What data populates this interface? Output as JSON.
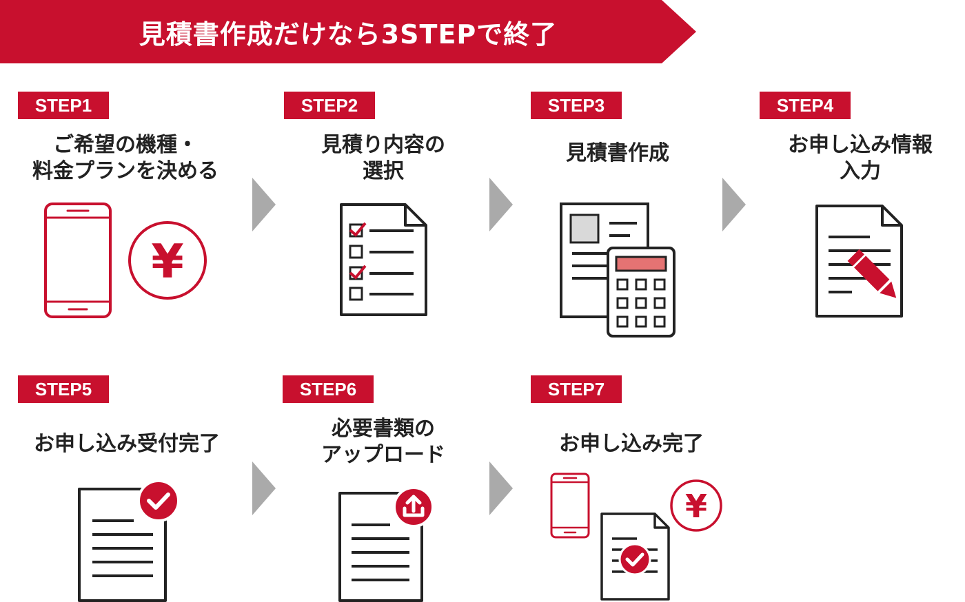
{
  "banner": {
    "title": "見積書作成だけなら3STEPで終了"
  },
  "colors": {
    "accent": "#c8102e",
    "arrow": "#aaaaaa",
    "line": "#222222",
    "screen": "#d9d9d9",
    "display": "#e57373"
  },
  "steps": [
    {
      "badge": "STEP1",
      "title": "ご希望の機種・\n料金プランを決める",
      "icon": "smartphone-yen-icon"
    },
    {
      "badge": "STEP2",
      "title": "見積り内容の\n選択",
      "icon": "checklist-icon"
    },
    {
      "badge": "STEP3",
      "title": "見積書作成",
      "icon": "document-calculator-icon"
    },
    {
      "badge": "STEP4",
      "title": "お申し込み情報\n入力",
      "icon": "document-pen-icon"
    },
    {
      "badge": "STEP5",
      "title": "お申し込み受付完了",
      "icon": "document-check-icon"
    },
    {
      "badge": "STEP6",
      "title": "必要書類の\nアップロード",
      "icon": "document-upload-icon"
    },
    {
      "badge": "STEP7",
      "title": "お申し込み完了",
      "icon": "smartphone-document-yen-icon"
    }
  ]
}
